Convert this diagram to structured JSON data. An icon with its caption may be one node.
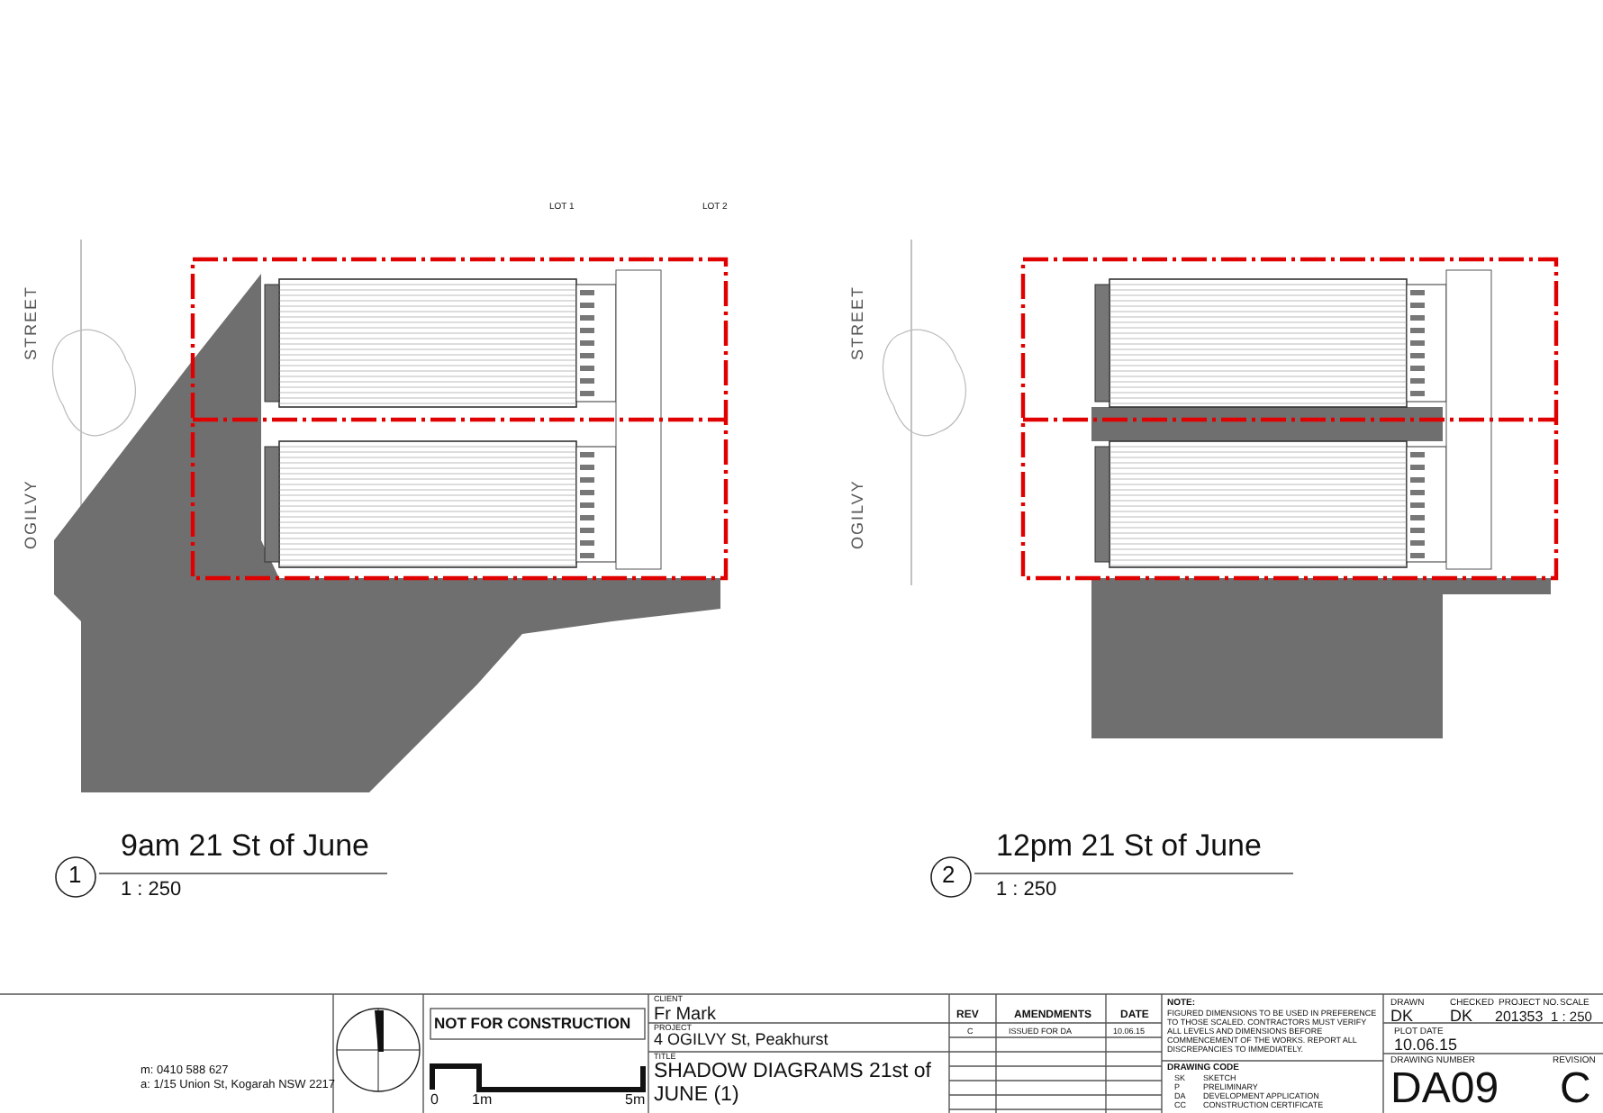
{
  "diagram": {
    "labels": [
      "LOT 1",
      "LOT 2",
      "STREET",
      "OGILVY",
      "STREET",
      "OGILVY",
      "1",
      "9am 21 St of June",
      "1 : 250",
      "2",
      "12pm 21 St of June",
      "1 : 250",
      "m: 0410 588 627",
      "a: 1/15 Union St, Kogarah NSW 2217",
      "NOT FOR CONSTRUCTION",
      "0",
      "1m",
      "5m",
      "CLIENT",
      "Fr Mark",
      "PROJECT",
      "4 OGILVY St, Peakhurst",
      "TITLE",
      "SHADOW DIAGRAMS 21st of JUNE (1)",
      "REV",
      "AMENDMENTS",
      "DATE",
      "C",
      "ISSUED FOR DA",
      "10.06.15",
      "NOTE:",
      "FIGURED DIMENSIONS TO BE USED IN PREFERENCE TO THOSE SCALED. CONTRACTORS MUST VERIFY ALL LEVELS AND DIMENSIONS BEFORE COMMENCEMENT OF THE WORKS. REPORT ALL DISCREPANCIES TO IMMEDIATELY.",
      "DRAWING CODE",
      "SK",
      "SKETCH",
      "P",
      "PRELIMINARY",
      "DA",
      "DEVELOPMENT APPLICATION",
      "CC",
      "CONSTRUCTION CERTIFICATE",
      "DRAWN",
      "CHECKED",
      "PROJECT NO.",
      "SCALE",
      "DK",
      "DK",
      "201353",
      "1 : 250",
      "PLOT DATE",
      "10.06.15",
      "DRAWING NUMBER",
      "REVISION",
      "DA09",
      "C"
    ]
  }
}
